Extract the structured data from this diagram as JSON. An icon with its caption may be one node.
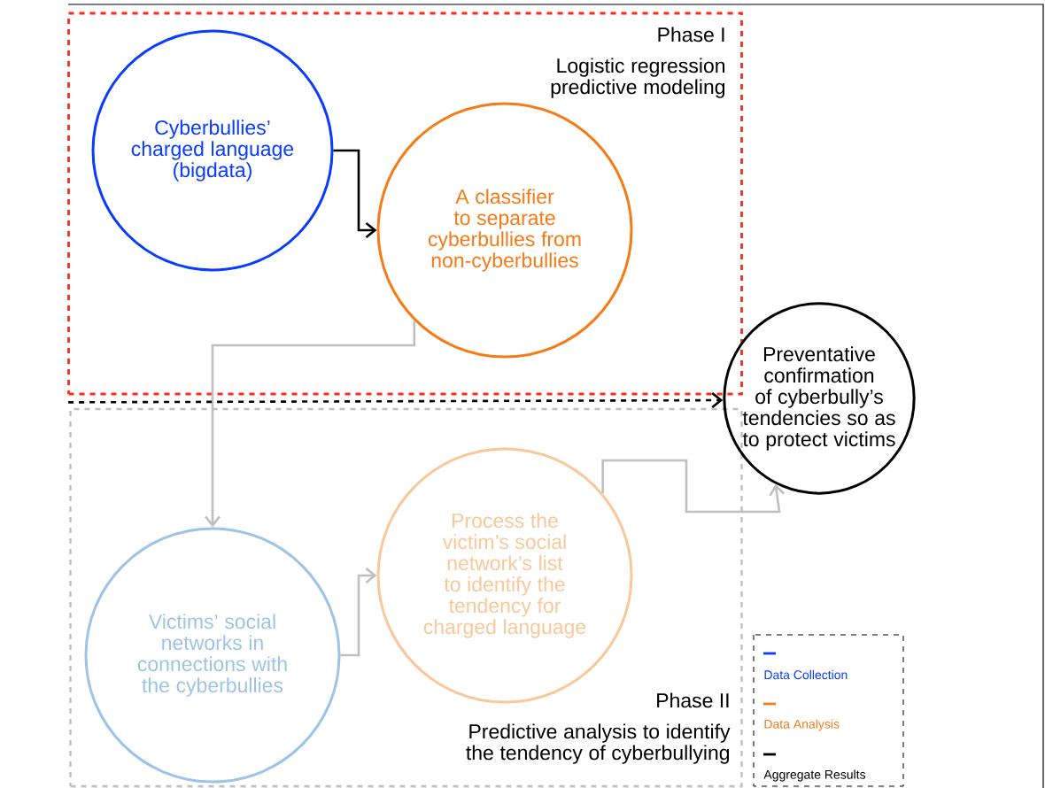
{
  "diagram": {
    "nodes": [
      {
        "text": [
          "Phase I",
          "Logistic regression predictive modeling"
        ]
      },
      {
        "text": [
          "Cyberbullies’ charged language (bigdata)"
        ],
        "in": 0
      },
      {
        "text": [
          "A classifier to separate cyberbullies from non-cyberbullies"
        ],
        "in": 0
      },
      {
        "text": [
          "Phase II",
          "Predictive analysis to identify the tendency of cyberbullying"
        ]
      },
      {
        "text": [
          "Victims’ social networks in connections with the cyberbullies"
        ],
        "in": 3
      },
      {
        "text": [
          "Process the victim’s social network’s list to identify the tendency for charged language"
        ],
        "in": 3
      },
      {
        "text": [
          "Preventative confirmation of cyberbully’s tendencies so as to protect victims"
        ]
      }
    ],
    "edges": [
      {
        "from": 1,
        "to": 2,
        "arrow": "to",
        "color": "#000000"
      },
      {
        "from": 2,
        "to": 4,
        "arrow": "to"
      },
      {
        "from": 4,
        "to": 5,
        "arrow": "to"
      },
      {
        "from": 5,
        "to": 6,
        "arrow": "to"
      },
      {
        "from": 0,
        "to": 6,
        "arrow": "to",
        "style": "dashed",
        "color": "#000000"
      }
    ],
    "legend": [
      {
        "text": "Data Collection",
        "color": "#0a3cff"
      },
      {
        "text": "Data Analysis",
        "color": "#f57b17"
      },
      {
        "text": "Aggregate Results",
        "color": "#000000"
      }
    ]
  }
}
